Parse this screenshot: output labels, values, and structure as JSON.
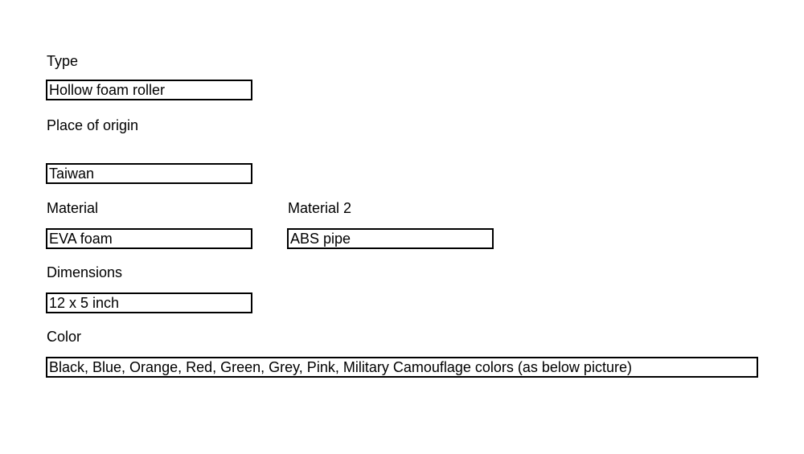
{
  "type": {
    "label": "Type",
    "value": "Hollow foam roller"
  },
  "place_of_origin": {
    "label": "Place of origin",
    "value": "Taiwan"
  },
  "material": {
    "label": "Material",
    "value": "EVA foam"
  },
  "material_2": {
    "label": "Material 2",
    "value": "ABS pipe"
  },
  "dimensions": {
    "label": "Dimensions",
    "value": "12 x 5 inch"
  },
  "color": {
    "label": "Color",
    "value": "Black, Blue, Orange, Red, Green, Grey, Pink, Military Camouflage colors (as below picture)"
  }
}
